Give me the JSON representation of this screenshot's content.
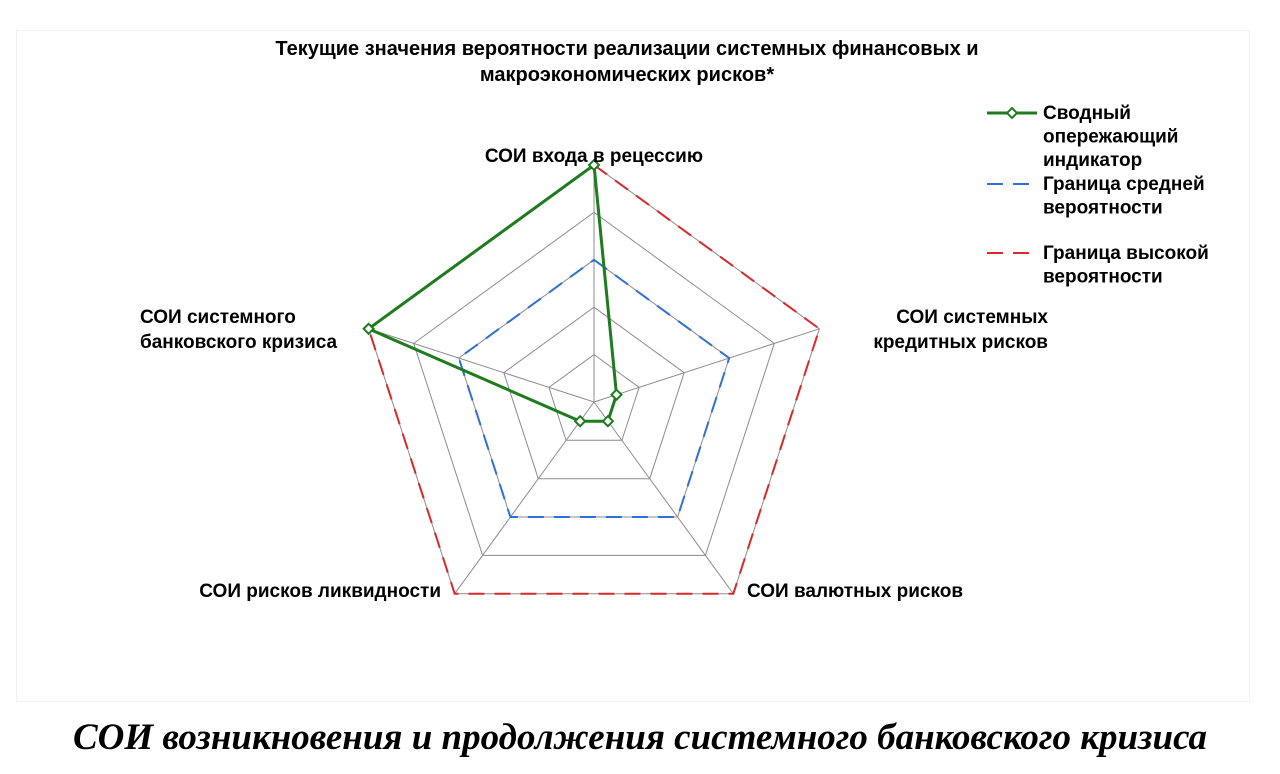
{
  "chart_data": {
    "type": "radar",
    "title_lines": [
      "Текущие значения вероятности реализации системных финансовых и",
      "макроэкономических рисков*"
    ],
    "axes": [
      {
        "label_lines": [
          "СОИ входа в рецессию"
        ]
      },
      {
        "label_lines": [
          "СОИ системных",
          "кредитных рисков"
        ]
      },
      {
        "label_lines": [
          "СОИ валютных рисков"
        ]
      },
      {
        "label_lines": [
          "СОИ рисков ликвидности"
        ]
      },
      {
        "label_lines": [
          "СОИ системного",
          "банковского кризиса"
        ]
      }
    ],
    "rlim": [
      0,
      1
    ],
    "rings": [
      0.2,
      0.4,
      0.6,
      0.8,
      1.0
    ],
    "grid": true,
    "legend_position": "top-right",
    "series": [
      {
        "name_lines": [
          "Сводный",
          "опережающий",
          "индикатор"
        ],
        "values": [
          1.0,
          0.1,
          0.1,
          0.1,
          1.0
        ],
        "color": "#1e7b1e",
        "style": "solid",
        "marker": "diamond"
      },
      {
        "name_lines": [
          "Граница средней",
          "вероятности"
        ],
        "values": [
          0.6,
          0.6,
          0.6,
          0.6,
          0.6
        ],
        "color": "#2f6fd6",
        "style": "dashed"
      },
      {
        "name_lines": [
          "Граница высокой",
          "вероятности"
        ],
        "values": [
          1.0,
          1.0,
          1.0,
          1.0,
          1.0
        ],
        "color": "#d62a2a",
        "style": "dashed"
      }
    ]
  },
  "caption": "СОИ возникновения и продолжения системного банковского кризиса"
}
